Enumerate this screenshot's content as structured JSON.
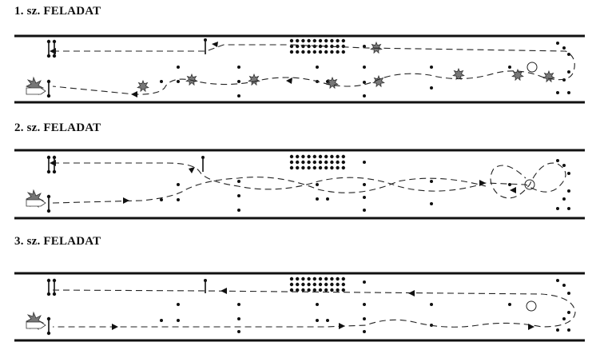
{
  "tasks": [
    {
      "title": "1. sz. FELADAT"
    },
    {
      "title": "2. sz. FELADAT"
    },
    {
      "title": "3. sz. FELADAT"
    }
  ]
}
